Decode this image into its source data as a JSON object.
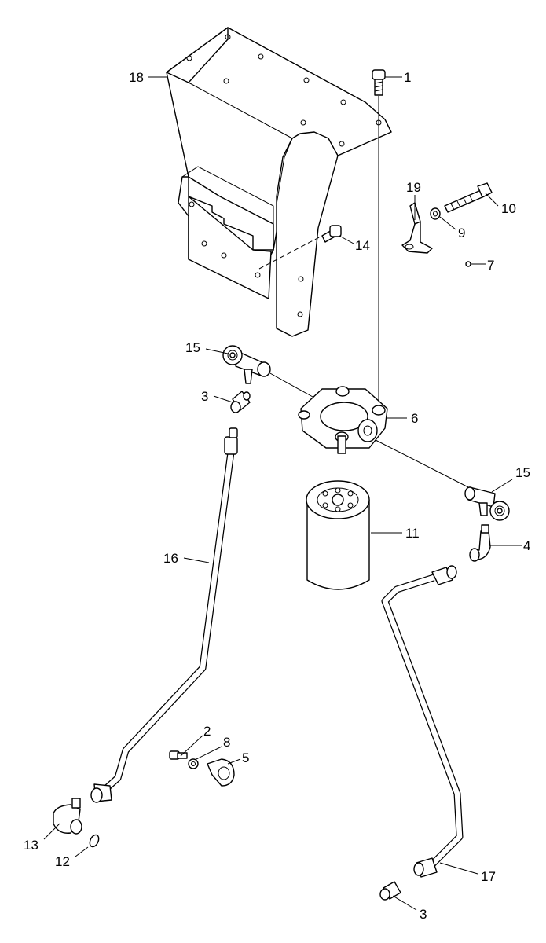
{
  "callouts": {
    "c1": "1",
    "c2": "2",
    "c3a": "3",
    "c3b": "3",
    "c4": "4",
    "c5": "5",
    "c6": "6",
    "c7": "7",
    "c8": "8",
    "c9": "9",
    "c10": "10",
    "c11": "11",
    "c12": "12",
    "c13": "13",
    "c14": "14",
    "c15a": "15",
    "c15b": "15",
    "c16": "16",
    "c17": "17",
    "c18": "18",
    "c19": "19"
  }
}
